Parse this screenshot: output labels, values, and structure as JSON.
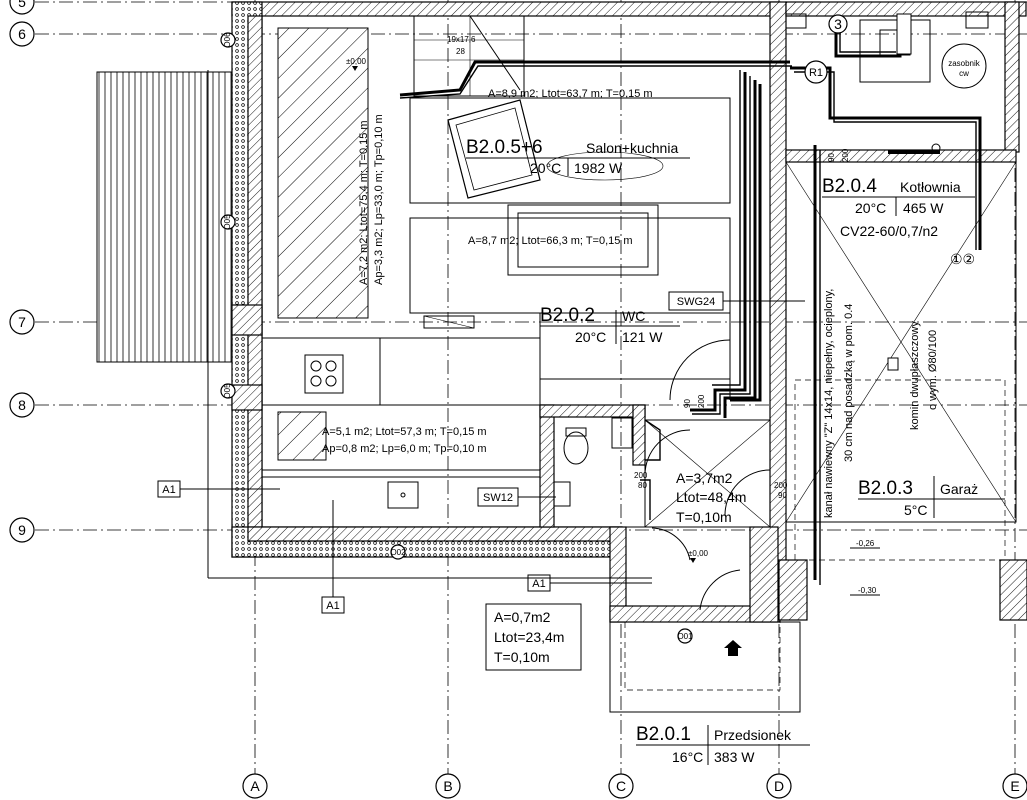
{
  "grid_rows": [
    {
      "label": "5"
    },
    {
      "label": "6"
    },
    {
      "label": "7"
    },
    {
      "label": "8"
    },
    {
      "label": "9"
    }
  ],
  "grid_cols": [
    {
      "label": "A"
    },
    {
      "label": "B"
    },
    {
      "label": "C"
    },
    {
      "label": "D"
    },
    {
      "label": "E"
    }
  ],
  "rooms": {
    "salon": {
      "code": "B2.0.5+6",
      "name": "Salon+kuchnia",
      "temp": "20°C",
      "power": "1982 W"
    },
    "kotlownia": {
      "code": "B2.0.4",
      "name": "Kotłownia",
      "temp": "20°C",
      "power": "465 W",
      "boiler": "CV22-60/0,7/n2"
    },
    "wc": {
      "code": "B2.0.2",
      "name": "WC",
      "temp": "20°C",
      "power": "121 W"
    },
    "garaz": {
      "code": "B2.0.3",
      "name": "Garaż",
      "temp": "5°C"
    },
    "przedsionek": {
      "code": "B2.0.1",
      "name": "Przedsionek",
      "temp": "16°C",
      "power": "383 W"
    }
  },
  "loops": {
    "loop1": "A=8,9 m2; Ltot=63,7 m; T=0,15 m",
    "loop2": "A=8,7 m2; Ltot=66,3 m; T=0,15 m",
    "loop3_line1": "A=7,2 m2; Ltot=75,4 m; T=0,15 m",
    "loop3_line2": "Ap=3,3 m2; Lp=33,0 m; Tp=0,10 m",
    "loop4_line1": "A=5,1 m2; Ltot=57,3 m; T=0,15 m",
    "loop4_line2": "Ap=0,8 m2; Lp=6,0 m; Tp=0,10 m",
    "loop5_a": "A=3,7m2",
    "loop5_l": "Ltot=48,4m",
    "loop5_t": "T=0,10m",
    "loop6_a": "A=0,7m2",
    "loop6_l": "Ltot=23,4m",
    "loop6_t": "T=0,10m"
  },
  "tags": {
    "a1_left": "A1",
    "a1_bottom": "A1",
    "a1_center": "A1",
    "swg24": "SWG24",
    "sw12": "SW12",
    "r1": "R1",
    "circle3": "3",
    "circle12": "①②"
  },
  "notes": {
    "kanal_line1": "kanał nawiewny \"Z\" 14x14, niepełny, ocieplony,",
    "kanal_line2": "30 cm nad posadzką w pom. 0.4",
    "komin_line1": "komin dwupłaszczowy",
    "komin_line2": "o wym. Ø80/100",
    "zasobnik_line1": "zasobnik",
    "zasobnik_line2": "cw",
    "stairs": "19x17,6",
    "stairs2": "28"
  },
  "levels": {
    "l0_top": "±0,00",
    "l0_entry": "±0,00",
    "garage1": "-0,26",
    "garage2": "-0,30"
  },
  "door_dims": {
    "d1_w": "200",
    "d1_h": "80",
    "d2_w": "200",
    "d2_h": "90",
    "d3_w": "90",
    "d3_h": "200",
    "d4_w": "90",
    "d4_h": "200"
  },
  "window_codes": {
    "w_top": "O06",
    "w_mid": "O05",
    "w_low": "O05",
    "w_bottom": "O02",
    "w_entry": "O01"
  }
}
